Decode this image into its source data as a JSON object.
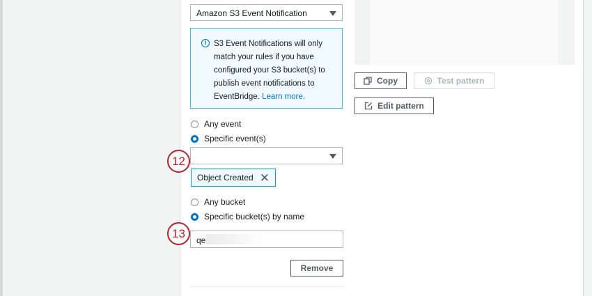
{
  "event_type_select": {
    "value": "Amazon S3 Event Notification"
  },
  "info_alert": {
    "text": "S3 Event Notifications will only match your rules if you have configured your S3 bucket(s) to publish event notifications to EventBridge.",
    "link": "Learn more."
  },
  "event_radio": {
    "any": "Any event",
    "specific": "Specific event(s)",
    "selected": "specific"
  },
  "specific_event_select": {
    "value": ""
  },
  "selected_events": [
    {
      "label": "Object Created"
    }
  ],
  "bucket_radio": {
    "any": "Any bucket",
    "specific": "Specific bucket(s) by name",
    "selected": "specific"
  },
  "bucket_name_input": {
    "value": "qe"
  },
  "buttons": {
    "copy": "Copy",
    "test_pattern": "Test pattern",
    "edit_pattern": "Edit pattern",
    "remove": "Remove"
  },
  "callouts": {
    "first": "12",
    "second": "13"
  },
  "colors": {
    "accent": "#0073bb",
    "callout": "#b3232d",
    "info_border": "#44b9d6"
  }
}
